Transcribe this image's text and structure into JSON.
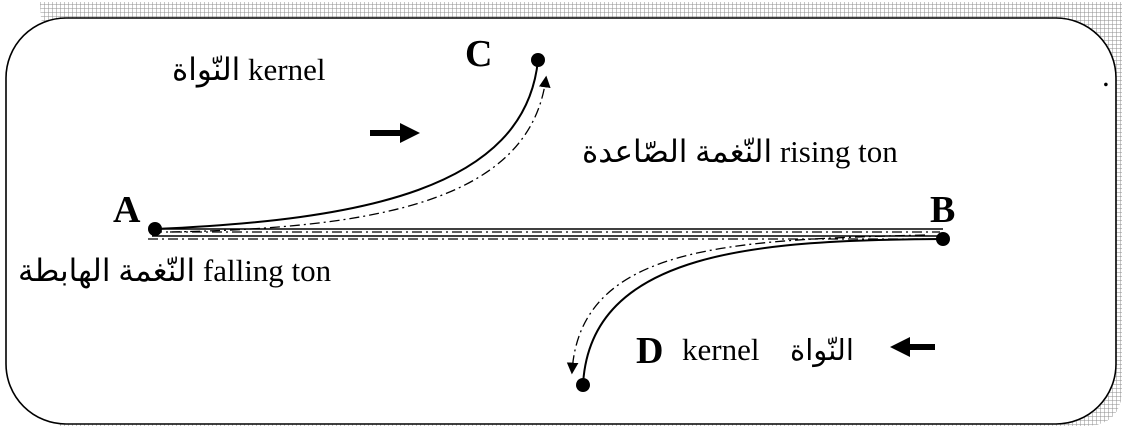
{
  "diagram": {
    "points": {
      "a": "A",
      "b": "B",
      "c": "C",
      "d": "D"
    },
    "labels": {
      "kernel_top": "النّواة  kernel",
      "rising": "النّغمة الصّاعدة  rising ton",
      "falling": "النّغمة الهابطة  falling ton",
      "kernel_bottom_ar": "النّواة",
      "kernel_bottom_en": "kernel"
    },
    "stray_dot": "."
  }
}
